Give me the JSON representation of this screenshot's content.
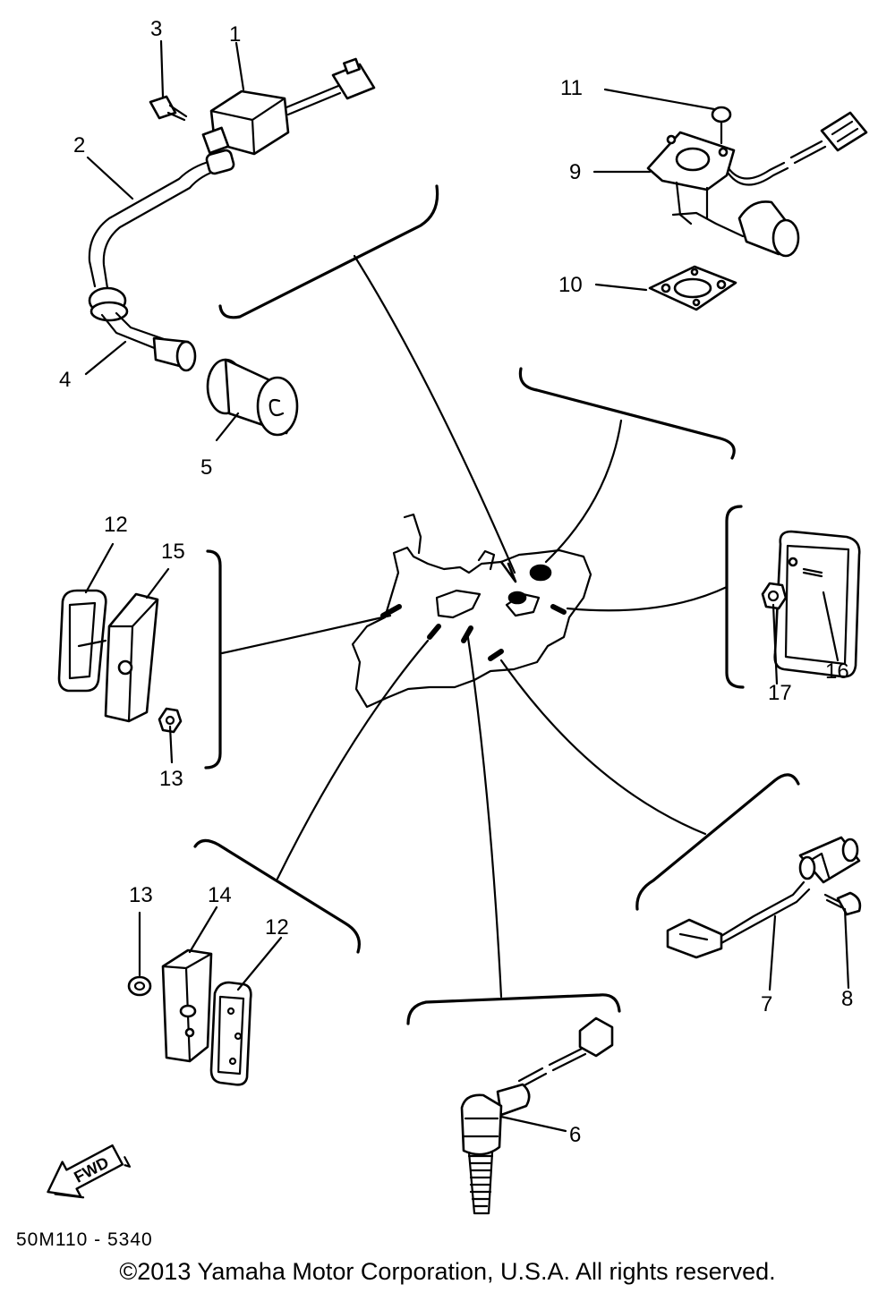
{
  "diagram": {
    "part_numbers": [
      "1",
      "2",
      "3",
      "4",
      "5",
      "6",
      "7",
      "8",
      "9",
      "10",
      "11",
      "12",
      "13",
      "14",
      "15",
      "16",
      "17"
    ],
    "callouts": [
      {
        "id": "c1",
        "label": "1"
      },
      {
        "id": "c2",
        "label": "2"
      },
      {
        "id": "c3",
        "label": "3"
      },
      {
        "id": "c4",
        "label": "4"
      },
      {
        "id": "c5",
        "label": "5"
      },
      {
        "id": "c6",
        "label": "6"
      },
      {
        "id": "c7",
        "label": "7"
      },
      {
        "id": "c8",
        "label": "8"
      },
      {
        "id": "c9",
        "label": "9"
      },
      {
        "id": "c10",
        "label": "10"
      },
      {
        "id": "c11",
        "label": "11"
      },
      {
        "id": "c12a",
        "label": "12"
      },
      {
        "id": "c12b",
        "label": "12"
      },
      {
        "id": "c13a",
        "label": "13"
      },
      {
        "id": "c13b",
        "label": "13"
      },
      {
        "id": "c14",
        "label": "14"
      },
      {
        "id": "c15",
        "label": "15"
      },
      {
        "id": "c16",
        "label": "16"
      },
      {
        "id": "c17",
        "label": "17"
      }
    ],
    "fwd_label": "FWD",
    "diagram_code": "50M110 - 5340"
  },
  "footer": {
    "copyright": "©2013 Yamaha Motor Corporation, U.S.A. All rights reserved."
  }
}
